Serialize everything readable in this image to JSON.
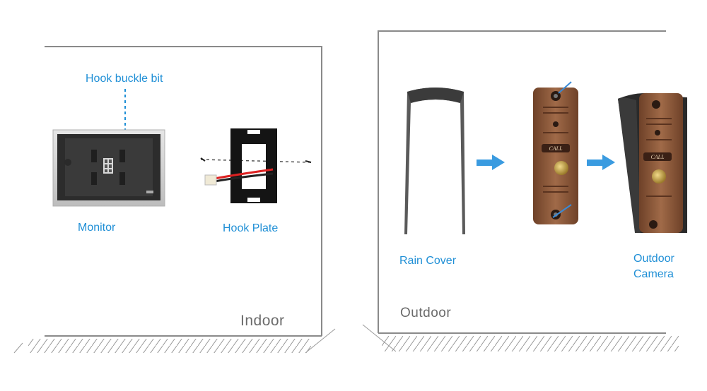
{
  "indoor": {
    "room_label": "Indoor",
    "hook_label": "Hook buckle bit",
    "monitor_label": "Monitor",
    "hook_plate_label": "Hook Plate"
  },
  "outdoor": {
    "room_label": "Outdoor",
    "rain_cover_label": "Rain Cover",
    "camera_label_line1": "Outdoor",
    "camera_label_line2": "Camera",
    "call_button_text": "CALL"
  },
  "colors": {
    "label": "#1f8fd6",
    "arrow": "#3a9be0",
    "wall": "#8a8a8a",
    "copper": "#8b5a3c"
  }
}
